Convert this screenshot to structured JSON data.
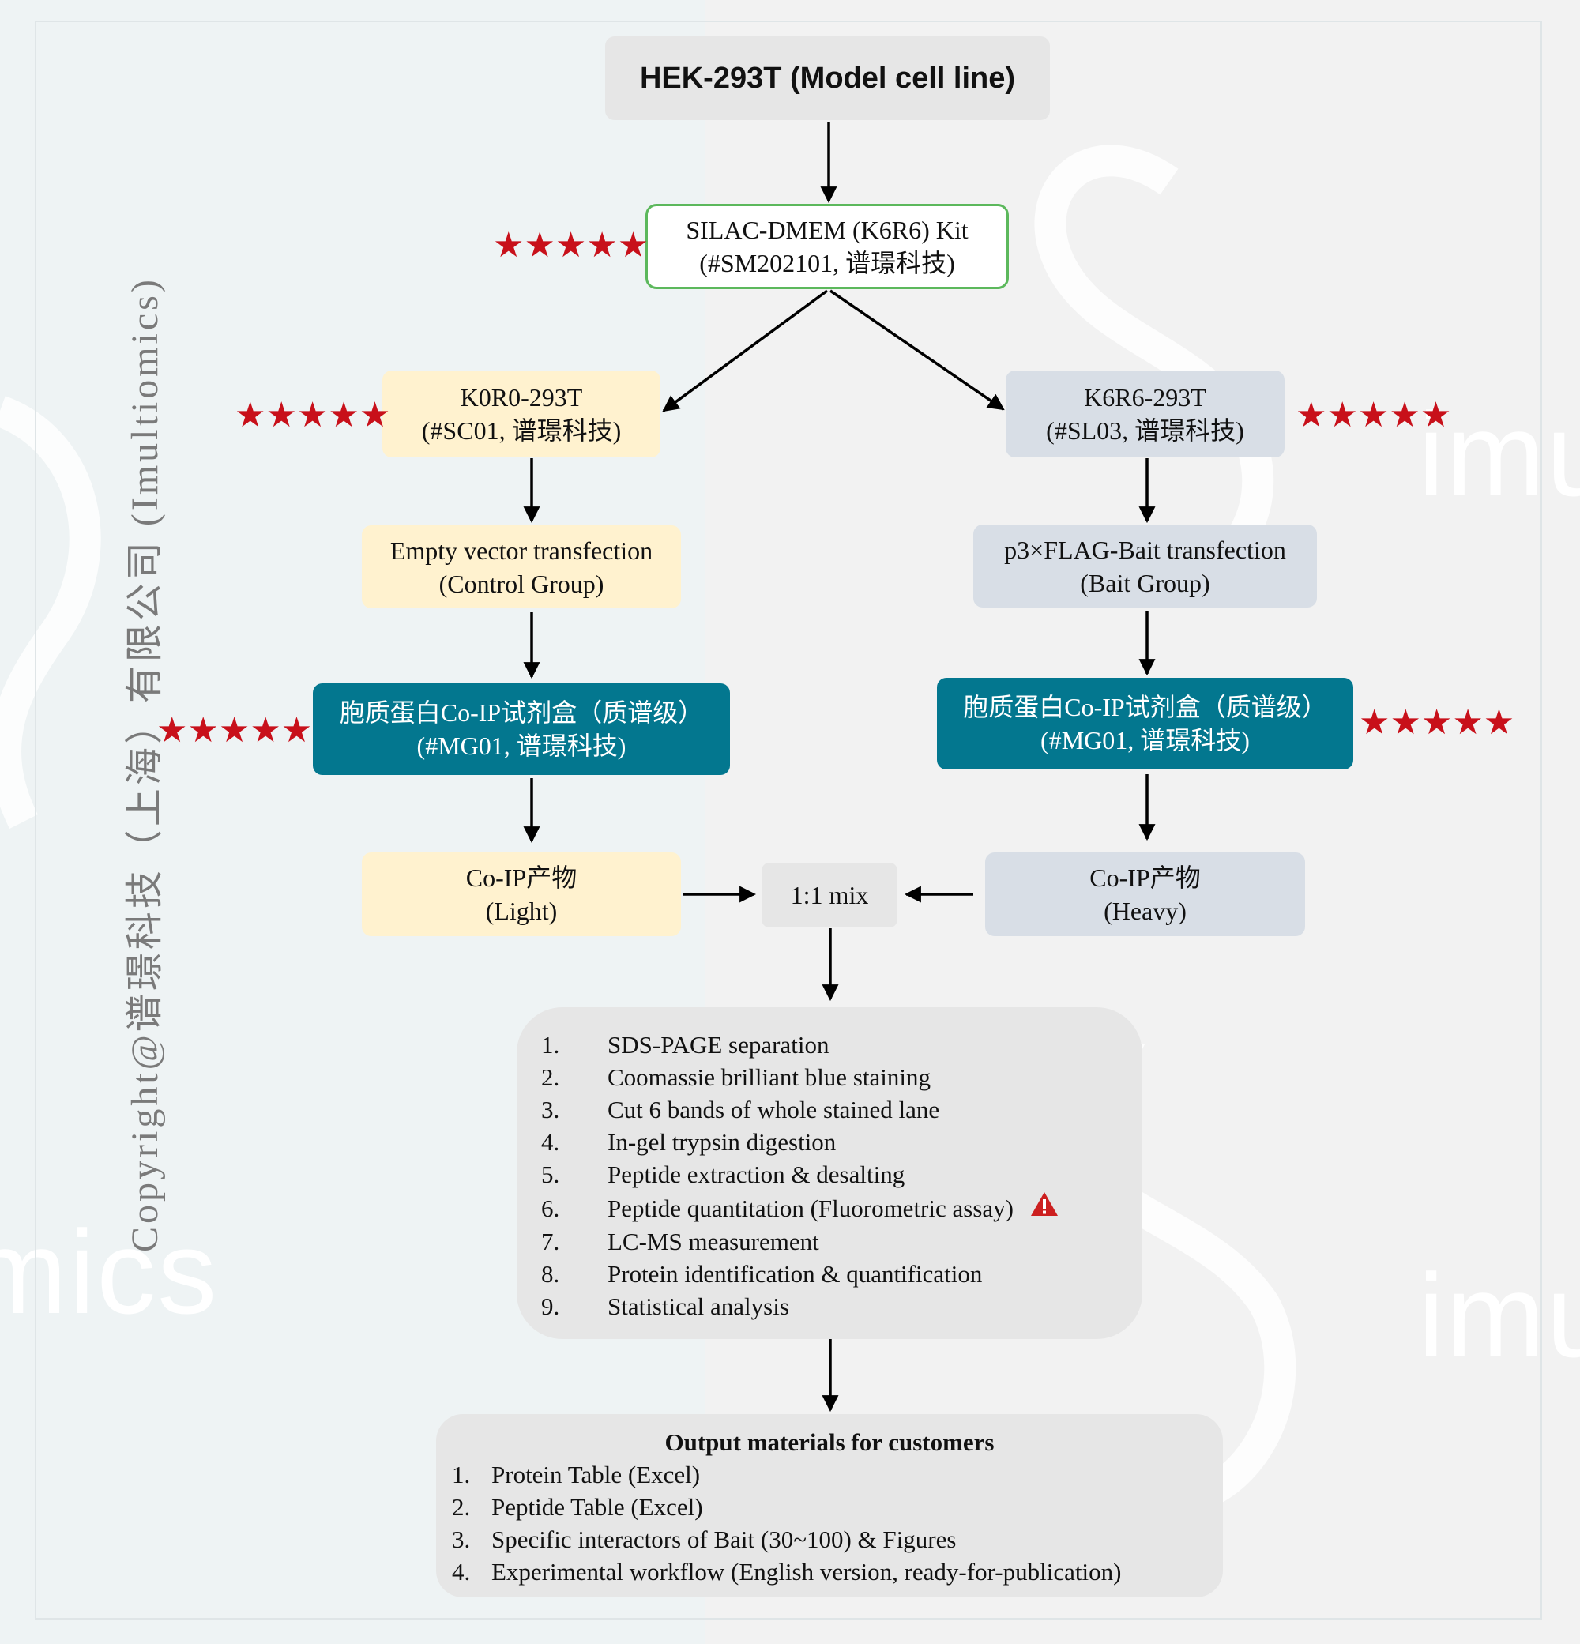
{
  "copyright": "Copyright@谱璟科技（上海）有限公司 (Imultiomics)",
  "watermark": {
    "fragments": [
      "imu",
      "imu",
      "mics"
    ]
  },
  "cell_line": "HEK-293T (Model cell line)",
  "kit": {
    "line1": "SILAC-DMEM (K6R6) Kit",
    "line2": "(#SM202101, 谱璟科技)"
  },
  "left_branch": {
    "cells": {
      "line1": "K0R0-293T",
      "line2": "(#SC01, 谱璟科技)"
    },
    "transfection": {
      "line1": "Empty vector transfection",
      "line2": "(Control Group)"
    },
    "coip_kit": {
      "line1": "胞质蛋白Co-IP试剂盒（质谱级）",
      "line2": "(#MG01, 谱璟科技)"
    },
    "product": {
      "line1": "Co-IP产物",
      "line2": "(Light)"
    }
  },
  "right_branch": {
    "cells": {
      "line1": "K6R6-293T",
      "line2": "(#SL03, 谱璟科技)"
    },
    "transfection": {
      "line1": "p3×FLAG-Bait transfection",
      "line2": "(Bait Group)"
    },
    "coip_kit": {
      "line1": "胞质蛋白Co-IP试剂盒（质谱级）",
      "line2": "(#MG01, 谱璟科技)"
    },
    "product": {
      "line1": "Co-IP产物",
      "line2": "(Heavy)"
    }
  },
  "mix": "1:1 mix",
  "stars": "★★★★★",
  "steps": [
    {
      "num": "1.",
      "text": "SDS-PAGE separation"
    },
    {
      "num": "2.",
      "text": "Coomassie brilliant blue staining"
    },
    {
      "num": "3.",
      "text": "Cut 6 bands of whole stained lane"
    },
    {
      "num": "4.",
      "text": "In-gel trypsin digestion"
    },
    {
      "num": "5.",
      "text": "Peptide extraction & desalting"
    },
    {
      "num": "6.",
      "text": "Peptide quantitation (Fluorometric assay)",
      "icon": "warning-icon"
    },
    {
      "num": "7.",
      "text": "LC-MS measurement"
    },
    {
      "num": "8.",
      "text": "Protein identification & quantification"
    },
    {
      "num": "9.",
      "text": "Statistical analysis"
    }
  ],
  "output": {
    "title": "Output materials for customers",
    "items": [
      {
        "num": "1.",
        "text": "Protein Table (Excel)"
      },
      {
        "num": "2.",
        "text": "Peptide Table (Excel)"
      },
      {
        "num": "3.",
        "text": "Specific interactors of Bait (30~100) & Figures"
      },
      {
        "num": "4.",
        "text": "Experimental workflow (English version, ready-for-publication)"
      }
    ]
  },
  "colors": {
    "star": "#c8101a",
    "teal_box": "#03778f",
    "kit_border": "#5cb85c",
    "yellow_box": "#fff2cf",
    "blue_box": "#d8dee6",
    "gray_box": "#e6e6e6",
    "warning": "#cc1f1f"
  }
}
